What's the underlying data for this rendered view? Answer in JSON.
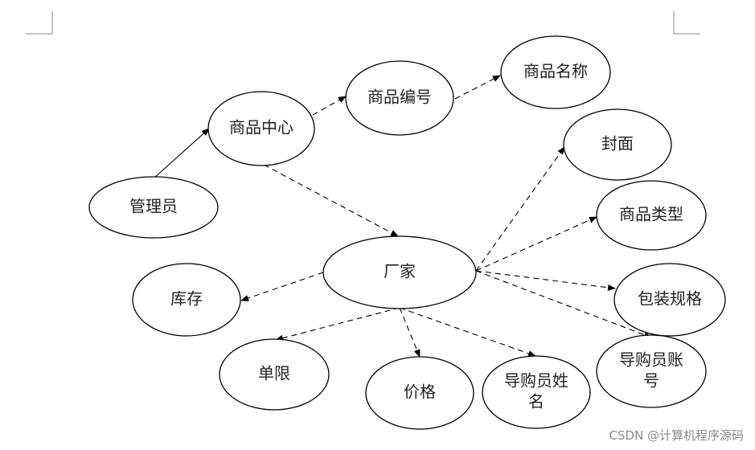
{
  "diagram": {
    "nodes": [
      {
        "id": "admin",
        "label": "管理员"
      },
      {
        "id": "center",
        "label": "商品中心"
      },
      {
        "id": "code",
        "label": "商品编号"
      },
      {
        "id": "name",
        "label": "商品名称"
      },
      {
        "id": "cover",
        "label": "封面"
      },
      {
        "id": "type",
        "label": "商品类型"
      },
      {
        "id": "factory",
        "label": "厂家"
      },
      {
        "id": "spec",
        "label": "包装规格"
      },
      {
        "id": "stock",
        "label": "库存"
      },
      {
        "id": "limit",
        "label": "单限"
      },
      {
        "id": "price",
        "label": "价格"
      },
      {
        "id": "guideName",
        "label": [
          "导购员姓",
          "名"
        ]
      },
      {
        "id": "guideAccount",
        "label": [
          "导购员账",
          "号"
        ]
      }
    ],
    "edges": [
      {
        "from": "admin",
        "to": "center",
        "style": "solid"
      },
      {
        "from": "center",
        "to": "code",
        "style": "dashed"
      },
      {
        "from": "code",
        "to": "name",
        "style": "dashed"
      },
      {
        "from": "center",
        "to": "factory",
        "style": "dashed"
      },
      {
        "from": "factory",
        "to": "cover",
        "style": "dashed"
      },
      {
        "from": "factory",
        "to": "type",
        "style": "dashed"
      },
      {
        "from": "factory",
        "to": "spec",
        "style": "dashed"
      },
      {
        "from": "factory",
        "to": "guideAccount",
        "style": "dashed"
      },
      {
        "from": "factory",
        "to": "stock",
        "style": "dashed"
      },
      {
        "from": "factory",
        "to": "limit",
        "style": "dashed"
      },
      {
        "from": "factory",
        "to": "price",
        "style": "dashed"
      },
      {
        "from": "factory",
        "to": "guideName",
        "style": "dashed"
      }
    ]
  },
  "watermark": "CSDN @计算机程序源码"
}
